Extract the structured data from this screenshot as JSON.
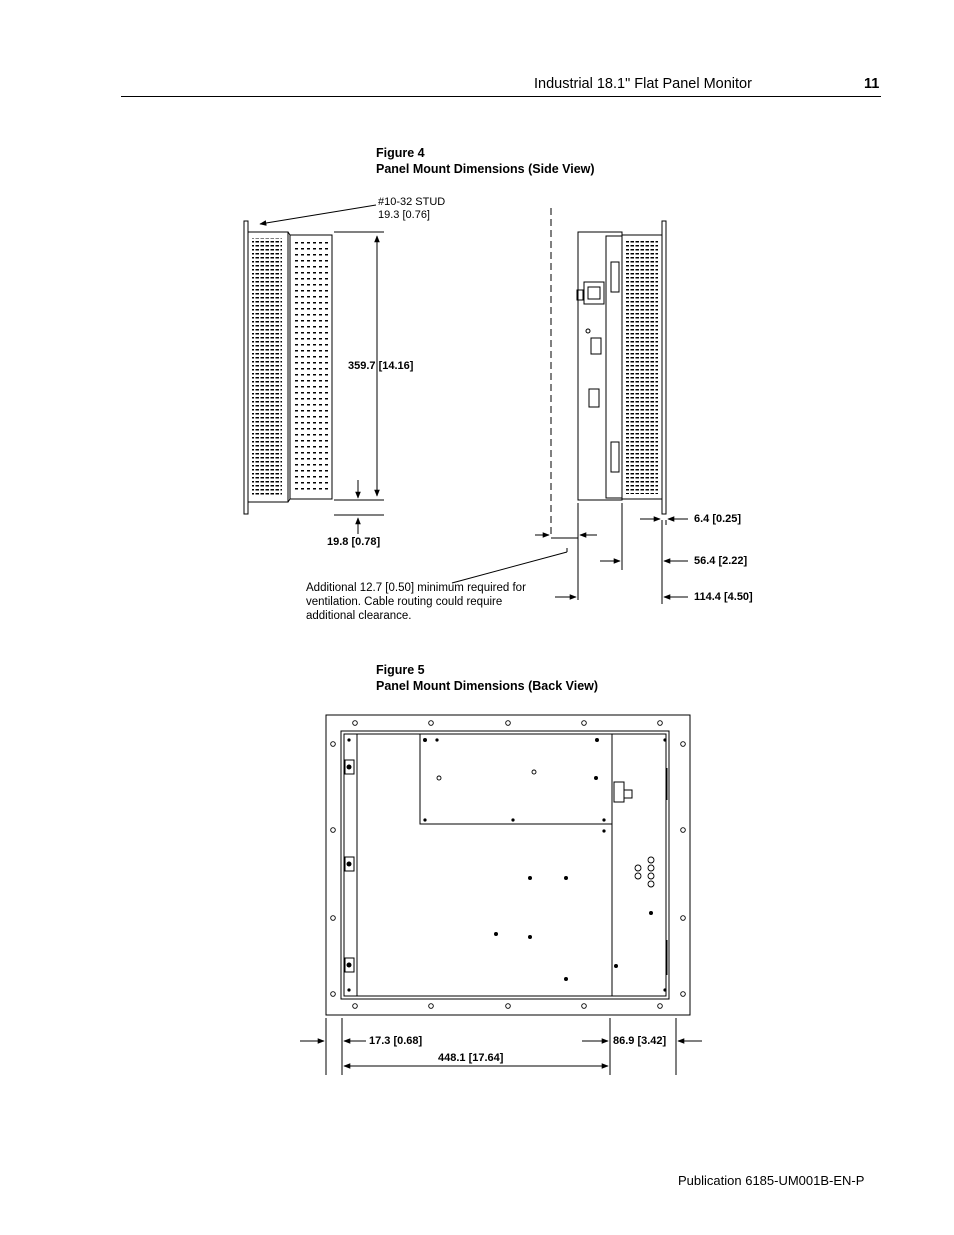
{
  "header": {
    "title": "Industrial 18.1\" Flat Panel Monitor",
    "page_number": "11"
  },
  "figure4": {
    "label": "Figure 4",
    "caption": "Panel Mount Dimensions (Side View)",
    "stud_label": "#10-32 STUD",
    "stud_dim": "19.3 [0.76]",
    "height_dim": "359.7 [14.16]",
    "bottom_dim": "19.8 [0.78]",
    "note": "Additional 12.7 [0.50] minimum required for ventilation. Cable routing could require additional clearance.",
    "dim_flange": "6.4 [0.25]",
    "dim_body": "56.4 [2.22]",
    "dim_depth": "114.4 [4.50]"
  },
  "figure5": {
    "label": "Figure 5",
    "caption": "Panel Mount Dimensions (Back View)",
    "dim_left": "17.3 [0.68]",
    "dim_right": "86.9 [3.42]",
    "dim_width": "448.1 [17.64]"
  },
  "footer": {
    "publication": "Publication 6185-UM001B-EN-P"
  }
}
